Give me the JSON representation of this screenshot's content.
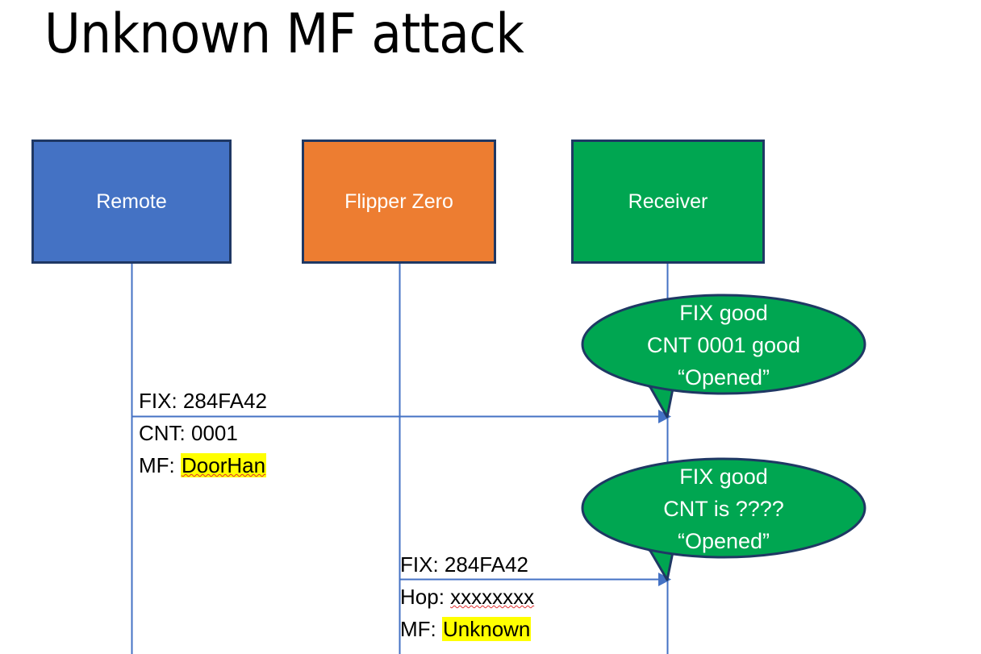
{
  "slide": {
    "title": "Unknown MF attack",
    "background": "#FFFFFF"
  },
  "colors": {
    "remote_box": "#4472C4",
    "flipper_box": "#ED7D31",
    "receiver_box": "#00A651",
    "box_border": "#1F3864",
    "lifeline": "#4472C4",
    "arrow": "#4472C4",
    "bubble_fill": "#00A651",
    "bubble_border": "#1F3864",
    "highlight": "#FFFF00",
    "spellcheck_underline": "#E03030",
    "text": "#000000",
    "box_label_text": "#FFFFFF"
  },
  "actors": [
    {
      "id": "remote",
      "label": "Remote"
    },
    {
      "id": "flipper",
      "label": "Flipper Zero"
    },
    {
      "id": "receiver",
      "label": "Receiver"
    }
  ],
  "messages": [
    {
      "id": "message-1",
      "from": "remote",
      "to": "receiver",
      "lines": [
        {
          "label": "FIX:",
          "value": "284FA42",
          "highlight": false,
          "spellcheck_error": false
        },
        {
          "label": "CNT:",
          "value": "0001",
          "highlight": false,
          "spellcheck_error": false
        },
        {
          "label": "MF:",
          "value": "DoorHan",
          "highlight": true,
          "spellcheck_error": true
        }
      ]
    },
    {
      "id": "message-2",
      "from": "flipper",
      "to": "receiver",
      "lines": [
        {
          "label": "FIX:",
          "value": "284FA42",
          "highlight": false,
          "spellcheck_error": false
        },
        {
          "label": "Hop:",
          "value": "xxxxxxxx",
          "highlight": false,
          "spellcheck_error": true
        },
        {
          "label": "MF:",
          "value": "Unknown",
          "highlight": true,
          "spellcheck_error": false
        }
      ]
    }
  ],
  "bubbles": [
    {
      "id": "bubble-1",
      "owner": "receiver",
      "lines": [
        "FIX good",
        "CNT 0001 good",
        "“Opened”"
      ]
    },
    {
      "id": "bubble-2",
      "owner": "receiver",
      "lines": [
        "FIX good",
        "CNT is ????",
        "“Opened”"
      ]
    }
  ]
}
